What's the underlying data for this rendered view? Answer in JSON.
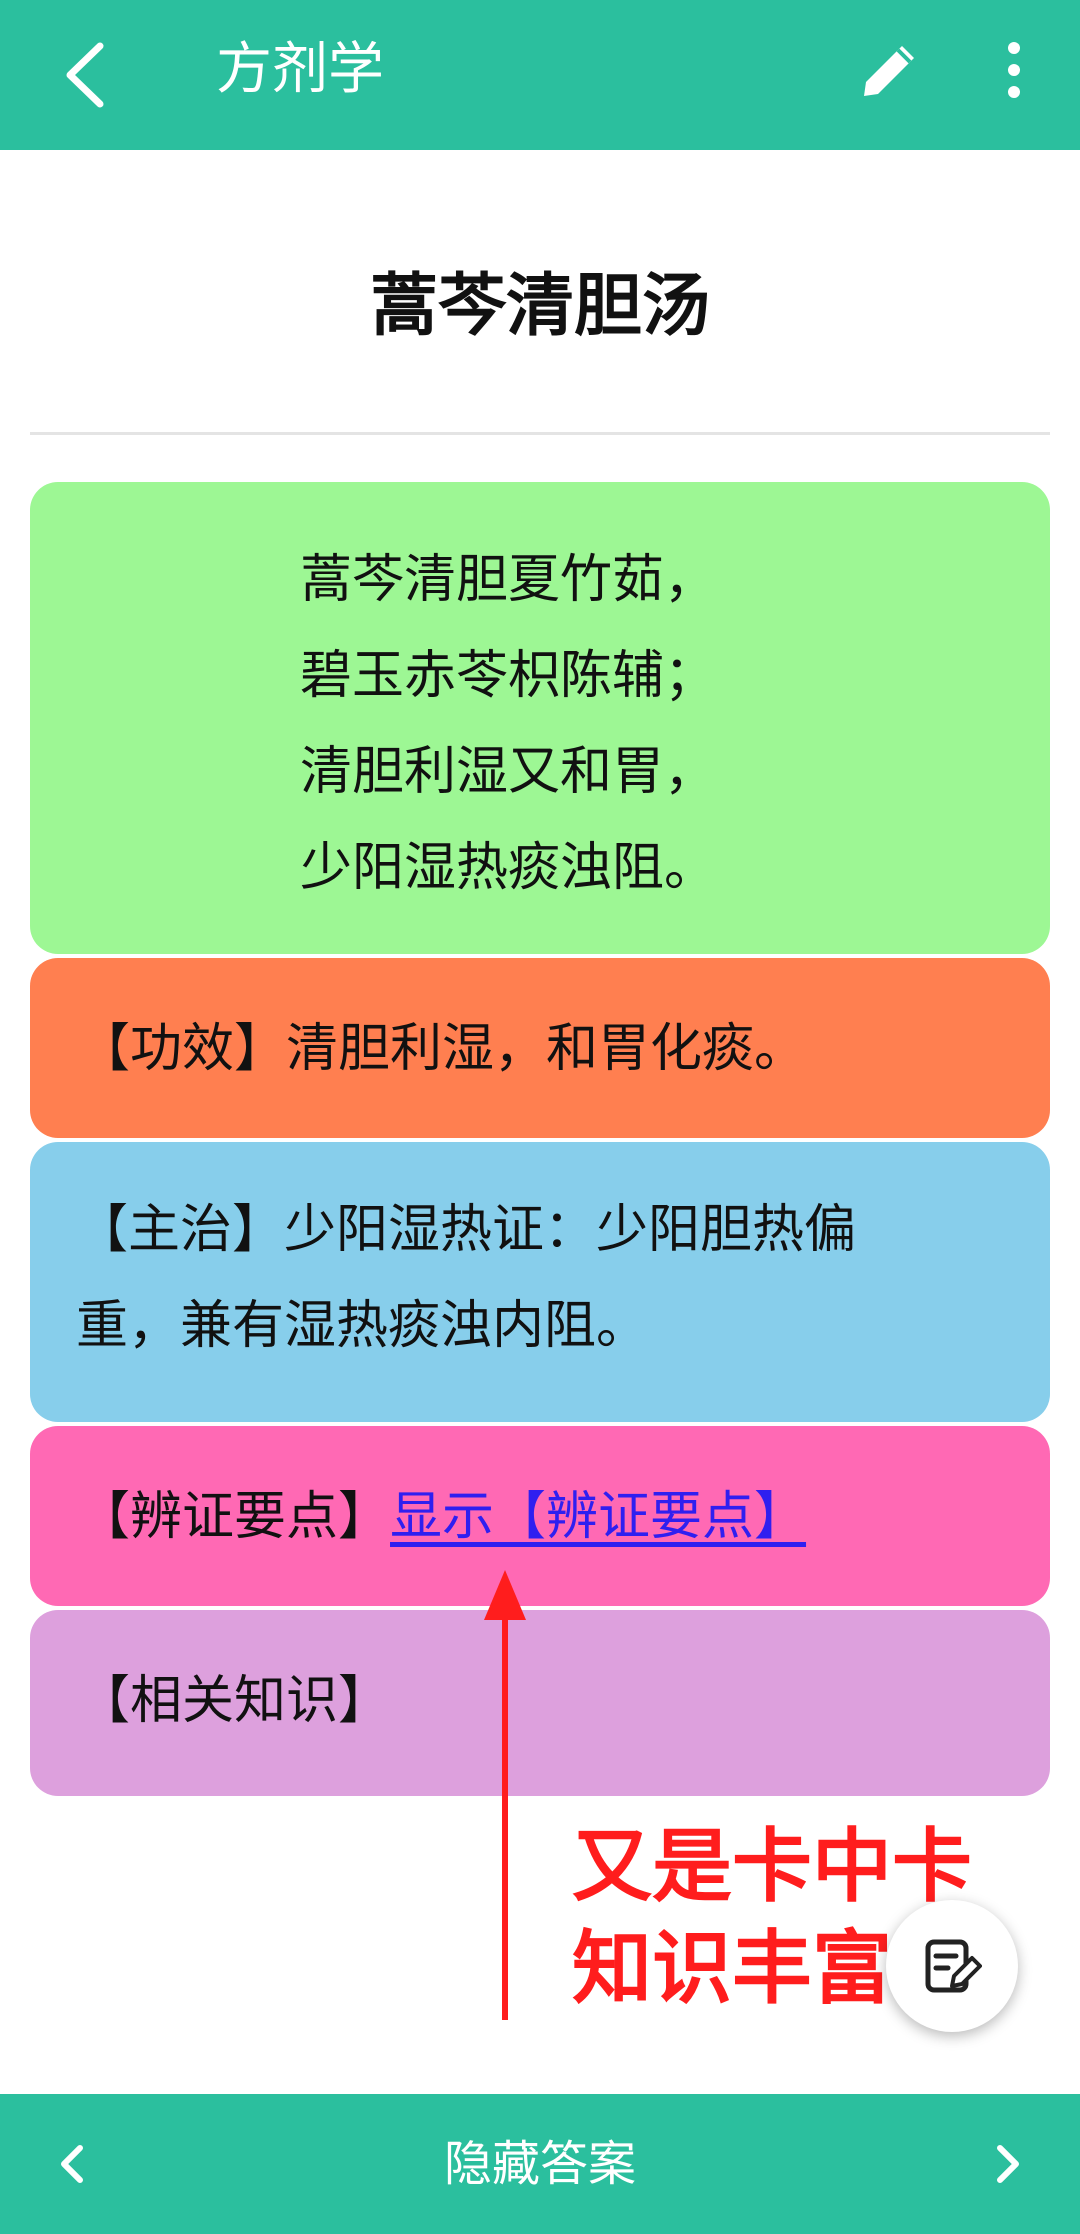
{
  "topbar": {
    "title": "方剂学",
    "back_icon": "chevron-left-icon",
    "edit_icon": "pencil-icon",
    "more_icon": "more-vertical-icon"
  },
  "card": {
    "title": "蒿芩清胆汤",
    "poem_lines": [
      "蒿芩清胆夏竹茹，",
      "碧玉赤苓枳陈辅；",
      "清胆利湿又和胃，",
      "少阳湿热痰浊阻。"
    ],
    "effect": "【功效】清胆利湿，和胃化痰。",
    "indication_line1": "【主治】少阳湿热证：少阳胆热偏",
    "indication_line2": "重，兼有湿热痰浊内阻。",
    "keypoints_label": "【辨证要点】",
    "keypoints_link": "显示【辨证要点】",
    "related_label": "【相关知识】"
  },
  "annotation": {
    "line1": "又是卡中卡",
    "line2": "知识丰富",
    "color": "#ff1d1d"
  },
  "bottombar": {
    "hide_answer": "隐藏答案",
    "prev_icon": "chevron-left-icon",
    "next_icon": "chevron-right-icon"
  },
  "colors": {
    "bar": "#2bbf9e",
    "poem": "#9df794",
    "effect": "#ff7f50",
    "indication": "#87ceeb",
    "keypoints": "#ff69b4",
    "related": "#dda0dd"
  }
}
